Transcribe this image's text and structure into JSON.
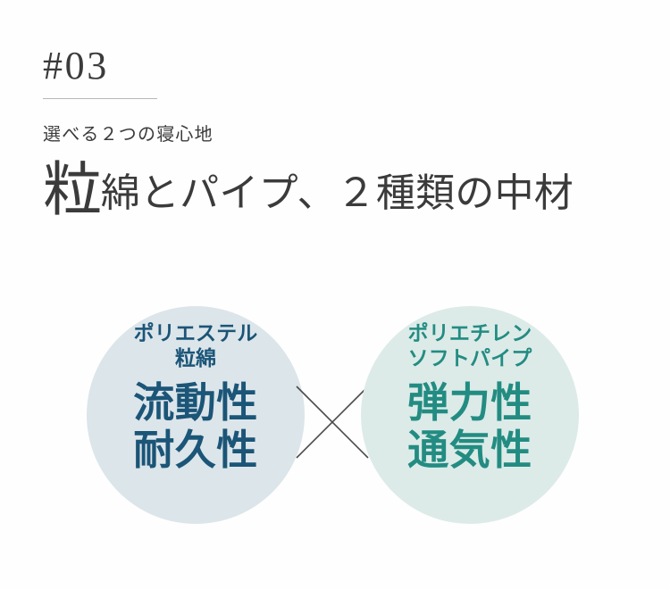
{
  "section": {
    "number_label": "#03",
    "subtitle": "選べる２つの寝心地",
    "headline_lead": "粒",
    "headline_rest": "綿とパイプ、２種類の中材"
  },
  "diagram": {
    "cross_icon": "x-cross-icon",
    "materials": [
      {
        "id": "polyester-granule-cotton",
        "kicker_line1": "ポリエステル",
        "kicker_line2": "粒綿",
        "feature_line1": "流動性",
        "feature_line2": "耐久性",
        "fill_color": "#dce5ea",
        "text_color": "#1b5577"
      },
      {
        "id": "polyethylene-soft-pipe",
        "kicker_line1": "ポリエチレン",
        "kicker_line2": "ソフトパイプ",
        "feature_line1": "弾力性",
        "feature_line2": "通気性",
        "fill_color": "#dcebe8",
        "text_color": "#238c82"
      }
    ]
  },
  "theme": {
    "background": "#fefefe",
    "ink": "#3b3b3b",
    "rule_color": "#b6b6b6",
    "cross_color": "#4a4a4a"
  }
}
